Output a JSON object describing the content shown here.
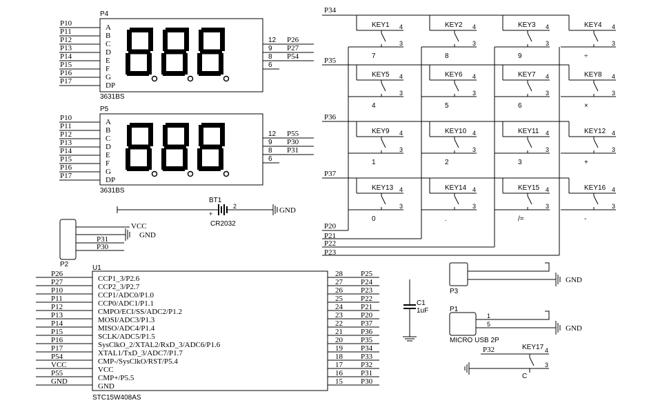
{
  "seg_displays": [
    {
      "ref": "P4",
      "part": "3631BS",
      "left_pins": [
        "P10",
        "P11",
        "P12",
        "P13",
        "P14",
        "P15",
        "P16",
        "P17"
      ],
      "seg_labels": [
        "A",
        "B",
        "C",
        "D",
        "E",
        "F",
        "G",
        "DP"
      ],
      "right_pin_nums": [
        "12",
        "9",
        "8",
        "6"
      ],
      "right_nets": [
        "P26",
        "P27",
        "P54",
        ""
      ]
    },
    {
      "ref": "P5",
      "part": "3631BS",
      "left_pins": [
        "P10",
        "P11",
        "P12",
        "P13",
        "P14",
        "P15",
        "P16",
        "P17"
      ],
      "seg_labels": [
        "A",
        "B",
        "C",
        "D",
        "E",
        "F",
        "G",
        "DP"
      ],
      "right_pin_nums": [
        "12",
        "9",
        "8",
        "6"
      ],
      "right_nets": [
        "P55",
        "P30",
        "P31",
        ""
      ]
    }
  ],
  "battery": {
    "ref": "BT1",
    "pin2": "2",
    "plus": "+",
    "part": "CR2032",
    "gnd": "GND"
  },
  "p2": {
    "ref": "P2",
    "nets": [
      "VCC",
      "GND",
      "P31",
      "P30"
    ]
  },
  "keypad": {
    "row_nets": [
      "P34",
      "P35",
      "P36",
      "P37"
    ],
    "col_nets": [
      "P20",
      "P21",
      "P22",
      "P23"
    ],
    "pin4": "4",
    "pin3": "3",
    "keys": [
      {
        "name": "KEY1",
        "label": "7"
      },
      {
        "name": "KEY2",
        "label": "8"
      },
      {
        "name": "KEY3",
        "label": "9"
      },
      {
        "name": "KEY4",
        "label": "÷"
      },
      {
        "name": "KEY5",
        "label": "4"
      },
      {
        "name": "KEY6",
        "label": "5"
      },
      {
        "name": "KEY7",
        "label": "6"
      },
      {
        "name": "KEY8",
        "label": "×"
      },
      {
        "name": "KEY9",
        "label": "1"
      },
      {
        "name": "KEY10",
        "label": "2"
      },
      {
        "name": "KEY11",
        "label": "3"
      },
      {
        "name": "KEY12",
        "label": "+"
      },
      {
        "name": "KEY13",
        "label": "0"
      },
      {
        "name": "KEY14",
        "label": "."
      },
      {
        "name": "KEY15",
        "label": "/="
      },
      {
        "name": "KEY16",
        "label": "-"
      }
    ]
  },
  "mcu": {
    "ref": "U1",
    "part": "STC15W408AS",
    "left_nets": [
      "P26",
      "P27",
      "P10",
      "P11",
      "P12",
      "P13",
      "P14",
      "P15",
      "P16",
      "P17",
      "P54",
      "VCC",
      "P55",
      "GND"
    ],
    "left_funcs": [
      "CCP1_3/P2.6",
      "CCP2_3/P2.7",
      "CCP1/ADC0/P1.0",
      "CCP0/ADC1/P1.1",
      "CMPO/ECI/SS/ADC2/P1.2",
      "MOSI/ADC3/P1.3",
      "MISO/ADC4/P1.4",
      "SCLK/ADC5/P1.5",
      "SysClkO_2/XTAL2/RxD_3/ADC6/P1.6",
      "XTAL1/TxD_3/ADC7/P1.7",
      "CMP-/SysClkO/RST/P5.4",
      "VCC",
      "CMP+/P5.5",
      "GND"
    ],
    "right_nums": [
      "28",
      "27",
      "26",
      "25",
      "24",
      "23",
      "22",
      "21",
      "20",
      "19",
      "18",
      "17",
      "16",
      "15"
    ],
    "right_nets": [
      "P25",
      "P24",
      "P23",
      "P22",
      "P21",
      "P20",
      "P37",
      "P36",
      "P35",
      "P34",
      "P33",
      "P32",
      "P31",
      "P30"
    ]
  },
  "cap": {
    "ref": "C1",
    "value": "1uF"
  },
  "p3": {
    "ref": "P3",
    "gnd": "GND"
  },
  "p1": {
    "ref": "P1",
    "pin1": "1",
    "pin5": "5",
    "part": "MICRO USB 2P",
    "gnd": "GND"
  },
  "key17": {
    "name": "KEY17",
    "net": "P32",
    "pin4": "4",
    "pin3": "3",
    "label": "C"
  }
}
